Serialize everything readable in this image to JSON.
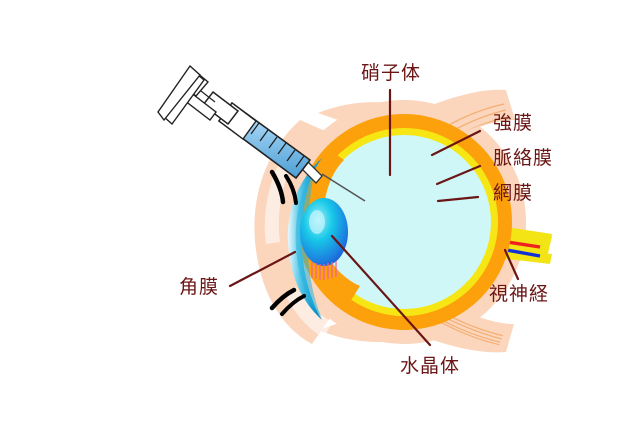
{
  "figure": {
    "title_text": "",
    "background_color": "#ffffff",
    "label_color": "#6b1616",
    "type": "anatomical-diagram",
    "subject": "human eye cross-section with intravitreal injection"
  },
  "labels": {
    "vitreous_body": "硝子体",
    "sclera": "強膜",
    "choroid": "脈絡膜",
    "retina": "網膜",
    "optic_nerve": "視神経",
    "cornea": "角膜",
    "crystalline_lens": "水晶体"
  },
  "colors": {
    "sclera_orange": "#FCA10B",
    "choroid_yellow": "#F5E614",
    "vitreous_cyan": "#CFF7F7",
    "tissue_peach": "#FBD6BC",
    "cornea_blue": "#1FA8D8",
    "lens_cyan": "#12C6E4",
    "lens_blue": "#1B63D8",
    "optic_nerve_yellow": "#F2E415",
    "artery_red": "#F02020",
    "vein_blue": "#1030D8",
    "zonule_pink": "#F48FB1",
    "syringe_liquid": "#8CC6EC",
    "syringe_outline": "#222222",
    "motion_mark": "#000000",
    "leader_line": "#6b1616"
  },
  "parts": [
    {
      "name": "vitreous-body",
      "label": "硝子体"
    },
    {
      "name": "sclera",
      "label": "強膜"
    },
    {
      "name": "choroid",
      "label": "脈絡膜"
    },
    {
      "name": "retina",
      "label": "網膜"
    },
    {
      "name": "optic-nerve",
      "label": "視神経"
    },
    {
      "name": "cornea",
      "label": "角膜"
    },
    {
      "name": "crystalline-lens",
      "label": "水晶体"
    }
  ],
  "instrument": {
    "name": "syringe",
    "description": "injection syringe with needle",
    "graduation_marks": 6
  }
}
